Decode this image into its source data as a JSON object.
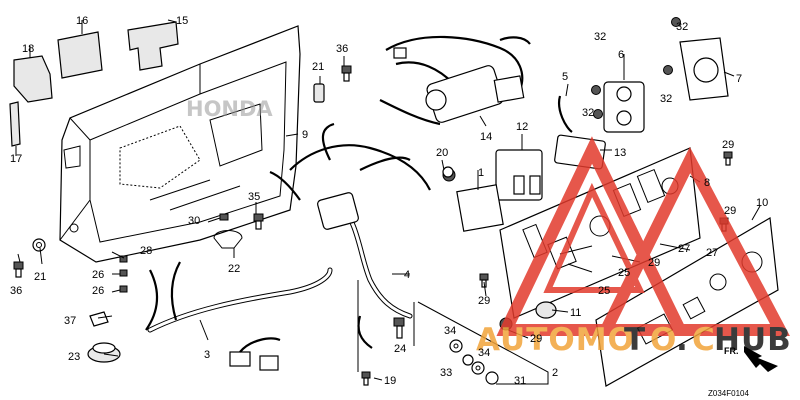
{
  "diagram": {
    "code": "Z034F0104",
    "direction_label": "FR.",
    "callouts": [
      {
        "id": "1",
        "label": "1"
      },
      {
        "id": "2",
        "label": "2"
      },
      {
        "id": "3",
        "label": "3"
      },
      {
        "id": "4",
        "label": "4"
      },
      {
        "id": "5",
        "label": "5"
      },
      {
        "id": "6",
        "label": "6"
      },
      {
        "id": "7",
        "label": "7"
      },
      {
        "id": "8",
        "label": "8"
      },
      {
        "id": "9",
        "label": "9"
      },
      {
        "id": "10",
        "label": "10"
      },
      {
        "id": "11",
        "label": "11"
      },
      {
        "id": "12",
        "label": "12"
      },
      {
        "id": "13",
        "label": "13"
      },
      {
        "id": "14",
        "label": "14"
      },
      {
        "id": "15",
        "label": "15"
      },
      {
        "id": "16",
        "label": "16"
      },
      {
        "id": "17",
        "label": "17"
      },
      {
        "id": "18",
        "label": "18"
      },
      {
        "id": "19",
        "label": "19"
      },
      {
        "id": "20",
        "label": "20"
      },
      {
        "id": "21a",
        "label": "21"
      },
      {
        "id": "21b",
        "label": "21"
      },
      {
        "id": "22",
        "label": "22"
      },
      {
        "id": "23",
        "label": "23"
      },
      {
        "id": "24",
        "label": "24"
      },
      {
        "id": "25a",
        "label": "25"
      },
      {
        "id": "25b",
        "label": "25"
      },
      {
        "id": "26a",
        "label": "26"
      },
      {
        "id": "26b",
        "label": "26"
      },
      {
        "id": "27a",
        "label": "27"
      },
      {
        "id": "27b",
        "label": "27"
      },
      {
        "id": "28",
        "label": "28"
      },
      {
        "id": "29a",
        "label": "29"
      },
      {
        "id": "29b",
        "label": "29"
      },
      {
        "id": "29c",
        "label": "29"
      },
      {
        "id": "29d",
        "label": "29"
      },
      {
        "id": "29e",
        "label": "29"
      },
      {
        "id": "30",
        "label": "30"
      },
      {
        "id": "31",
        "label": "31"
      },
      {
        "id": "32a",
        "label": "32"
      },
      {
        "id": "32b",
        "label": "32"
      },
      {
        "id": "32c",
        "label": "32"
      },
      {
        "id": "32d",
        "label": "32"
      },
      {
        "id": "33",
        "label": "33"
      },
      {
        "id": "34a",
        "label": "34"
      },
      {
        "id": "34b",
        "label": "34"
      },
      {
        "id": "35",
        "label": "35"
      },
      {
        "id": "36a",
        "label": "36"
      },
      {
        "id": "36b",
        "label": "36"
      },
      {
        "id": "37",
        "label": "37"
      }
    ]
  },
  "watermark": {
    "text_left": "AUTOMO",
    "text_right": "O",
    "text_hub": "HUB",
    "suffix": "FR.",
    "brand_logo": "HONDA",
    "colors": {
      "red": "#e23a2c",
      "orange": "#f2a43a",
      "dark": "#1a1a1a"
    }
  },
  "icons": [
    "direction-arrow-icon",
    "watermark-triangle-icon"
  ]
}
